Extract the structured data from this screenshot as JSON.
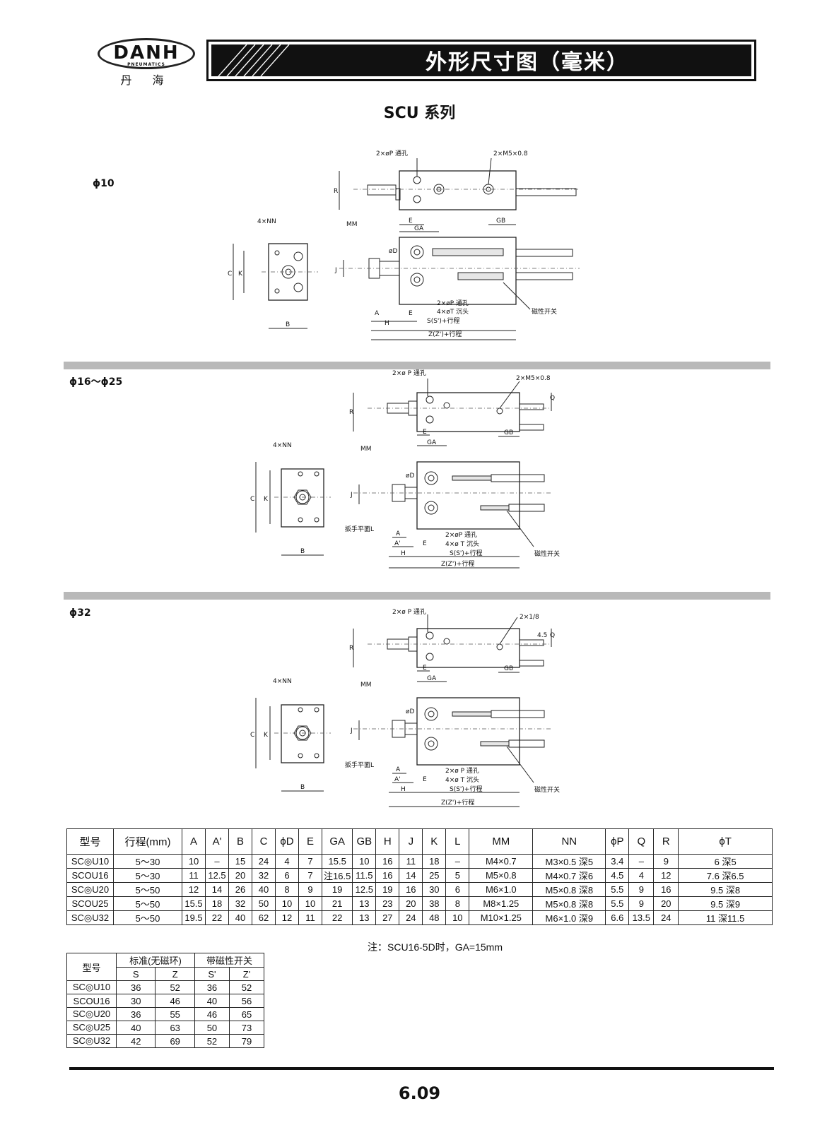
{
  "logo": {
    "word": "DANH",
    "sub": "PNEUMATICS",
    "cn": "丹 海"
  },
  "header": {
    "title": "外形尺寸图（毫米）"
  },
  "series_title": "SCU 系列",
  "sections": [
    {
      "label": "ϕ10",
      "labels": {
        "p_hole": "2×øP 通孔",
        "m_thread": "2×M5×0.8",
        "nn": "4×NN",
        "mm": "MM",
        "r": "R",
        "e": "E",
        "ga": "GA",
        "gb": "GB",
        "c": "C",
        "k": "K",
        "b": "B",
        "j": "J",
        "d": "øD",
        "a": "A",
        "h": "H",
        "p_hole2": "2×øP 通孔",
        "t_cb": "4×øT 沉头",
        "stroke": "S(S')+行程",
        "z": "Z(Z')+行程",
        "switch": "磁性开关"
      }
    },
    {
      "label": "ϕ16～ϕ25",
      "labels": {
        "p_hole": "2×ø P 通孔",
        "m_thread": "2×M5×0.8",
        "q": "Q",
        "nn": "4×NN",
        "mm": "MM",
        "r": "R",
        "e": "E",
        "ga": "GA",
        "gb": "GB",
        "c": "C",
        "k": "K",
        "b": "B",
        "j": "J",
        "d": "øD",
        "wrench": "扳手平面L",
        "a": "A",
        "a2": "A'",
        "h": "H",
        "p_hole2": "2×øP 通孔",
        "t_cb": "4×ø T 沉头",
        "stroke": "S(S')+行程",
        "z": "Z(Z')+行程",
        "switch": "磁性开关"
      }
    },
    {
      "label": "ϕ32",
      "labels": {
        "p_hole": "2×ø P 通孔",
        "m_thread": "2×1/8",
        "dim45": "4.5",
        "q": "Q",
        "nn": "4×NN",
        "mm": "MM",
        "r": "R",
        "e": "E",
        "ga": "GA",
        "gb": "GB",
        "c": "C",
        "k": "K",
        "b": "B",
        "j": "J",
        "d": "øD",
        "wrench": "扳手平面L",
        "a": "A",
        "a2": "A'",
        "h": "H",
        "p_hole2": "2×ø P 通孔",
        "t_cb": "4×ø T 沉头",
        "stroke": "S(S')+行程",
        "z": "Z(Z')+行程",
        "switch": "磁性开关"
      }
    }
  ],
  "main_table": {
    "headers": [
      "型号",
      "行程(mm)",
      "A",
      "A'",
      "B",
      "C",
      "ϕD",
      "E",
      "GA",
      "GB",
      "H",
      "J",
      "K",
      "L",
      "MM",
      "NN",
      "ϕP",
      "Q",
      "R",
      "ϕT"
    ],
    "rows": [
      [
        "SC◎U10",
        "5～30",
        "10",
        "–",
        "15",
        "24",
        "4",
        "7",
        "15.5",
        "10",
        "16",
        "11",
        "18",
        "–",
        "M4×0.7",
        "M3×0.5 深5",
        "3.4",
        "–",
        "9",
        "6 深5"
      ],
      [
        "SCOU16",
        "5～30",
        "11",
        "12.5",
        "20",
        "32",
        "6",
        "7",
        "注16.5",
        "11.5",
        "16",
        "14",
        "25",
        "5",
        "M5×0.8",
        "M4×0.7 深6",
        "4.5",
        "4",
        "12",
        "7.6 深6.5"
      ],
      [
        "SC◎U20",
        "5～50",
        "12",
        "14",
        "26",
        "40",
        "8",
        "9",
        "19",
        "12.5",
        "19",
        "16",
        "30",
        "6",
        "M6×1.0",
        "M5×0.8 深8",
        "5.5",
        "9",
        "16",
        "9.5 深8"
      ],
      [
        "SCOU25",
        "5～50",
        "15.5",
        "18",
        "32",
        "50",
        "10",
        "10",
        "21",
        "13",
        "23",
        "20",
        "38",
        "8",
        "M8×1.25",
        "M5×0.8 深8",
        "5.5",
        "9",
        "20",
        "9.5 深9"
      ],
      [
        "SC◎U32",
        "5～50",
        "19.5",
        "22",
        "40",
        "62",
        "12",
        "11",
        "22",
        "13",
        "27",
        "24",
        "48",
        "10",
        "M10×1.25",
        "M6×1.0 深9",
        "6.6",
        "13.5",
        "24",
        "11 深11.5"
      ]
    ]
  },
  "note": "注：SCU16-5D时，GA=15mm",
  "sub_table": {
    "model_header": "型号",
    "group1": "标准(无磁环)",
    "group2": "带磁性开关",
    "cols": [
      "S",
      "Z",
      "S'",
      "Z'"
    ],
    "rows": [
      [
        "SC◎U10",
        "36",
        "52",
        "36",
        "52"
      ],
      [
        "SCOU16",
        "30",
        "46",
        "40",
        "56"
      ],
      [
        "SC◎U20",
        "36",
        "55",
        "46",
        "65"
      ],
      [
        "SC◎U25",
        "40",
        "63",
        "50",
        "73"
      ],
      [
        "SC◎U32",
        "42",
        "69",
        "52",
        "79"
      ]
    ]
  },
  "page_number": "6.09"
}
